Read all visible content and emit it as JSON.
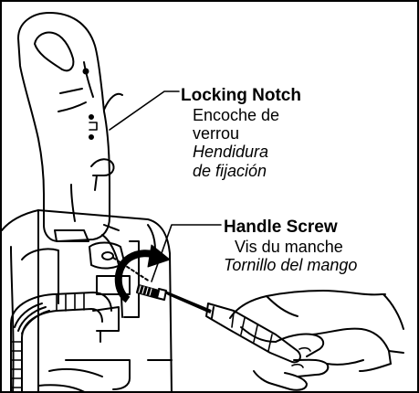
{
  "locking_notch": {
    "en": "Locking Notch",
    "fr_1": "Encoche de",
    "fr_2": "verrou",
    "es_1": "Hendidura",
    "es_2": "de fijación"
  },
  "handle_screw": {
    "en": "Handle Screw",
    "fr": "Vis du manche",
    "es": "Tornillo del mango"
  },
  "colors": {
    "line": "#000000",
    "background": "#ffffff"
  }
}
